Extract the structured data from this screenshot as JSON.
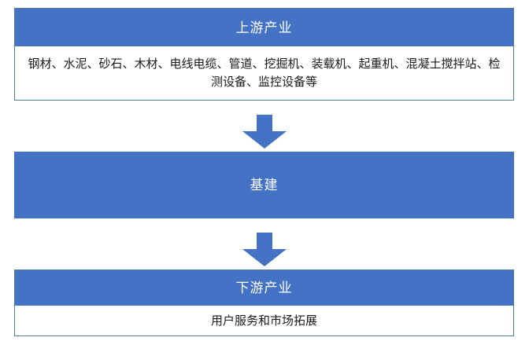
{
  "diagram": {
    "type": "flow-chain",
    "colors": {
      "accent_blue": "#4472c4",
      "border": "#4f7d95",
      "header_text": "#ffffff",
      "body_text": "#1a1a1a",
      "background": "#ffffff"
    },
    "nodes": [
      {
        "id": "upstream",
        "header": "上游产业",
        "body": "钢材、水泥、砂石、木材、电线电缆、管道、挖掘机、装载机、起重机、混凝土搅拌站、检测设备、监控设备等",
        "style": "header-plus-body"
      },
      {
        "id": "midstream",
        "header": "基建",
        "body": "",
        "style": "solid-blue"
      },
      {
        "id": "downstream",
        "header": "下游产业",
        "body": "用户服务和市场拓展",
        "style": "header-plus-body"
      }
    ],
    "connectors": [
      {
        "id": "arrow-1",
        "icon": "arrow-down-icon",
        "from": "upstream",
        "to": "midstream",
        "color": "#4472c4"
      },
      {
        "id": "arrow-2",
        "icon": "arrow-down-icon",
        "from": "midstream",
        "to": "downstream",
        "color": "#4472c4"
      }
    ]
  }
}
